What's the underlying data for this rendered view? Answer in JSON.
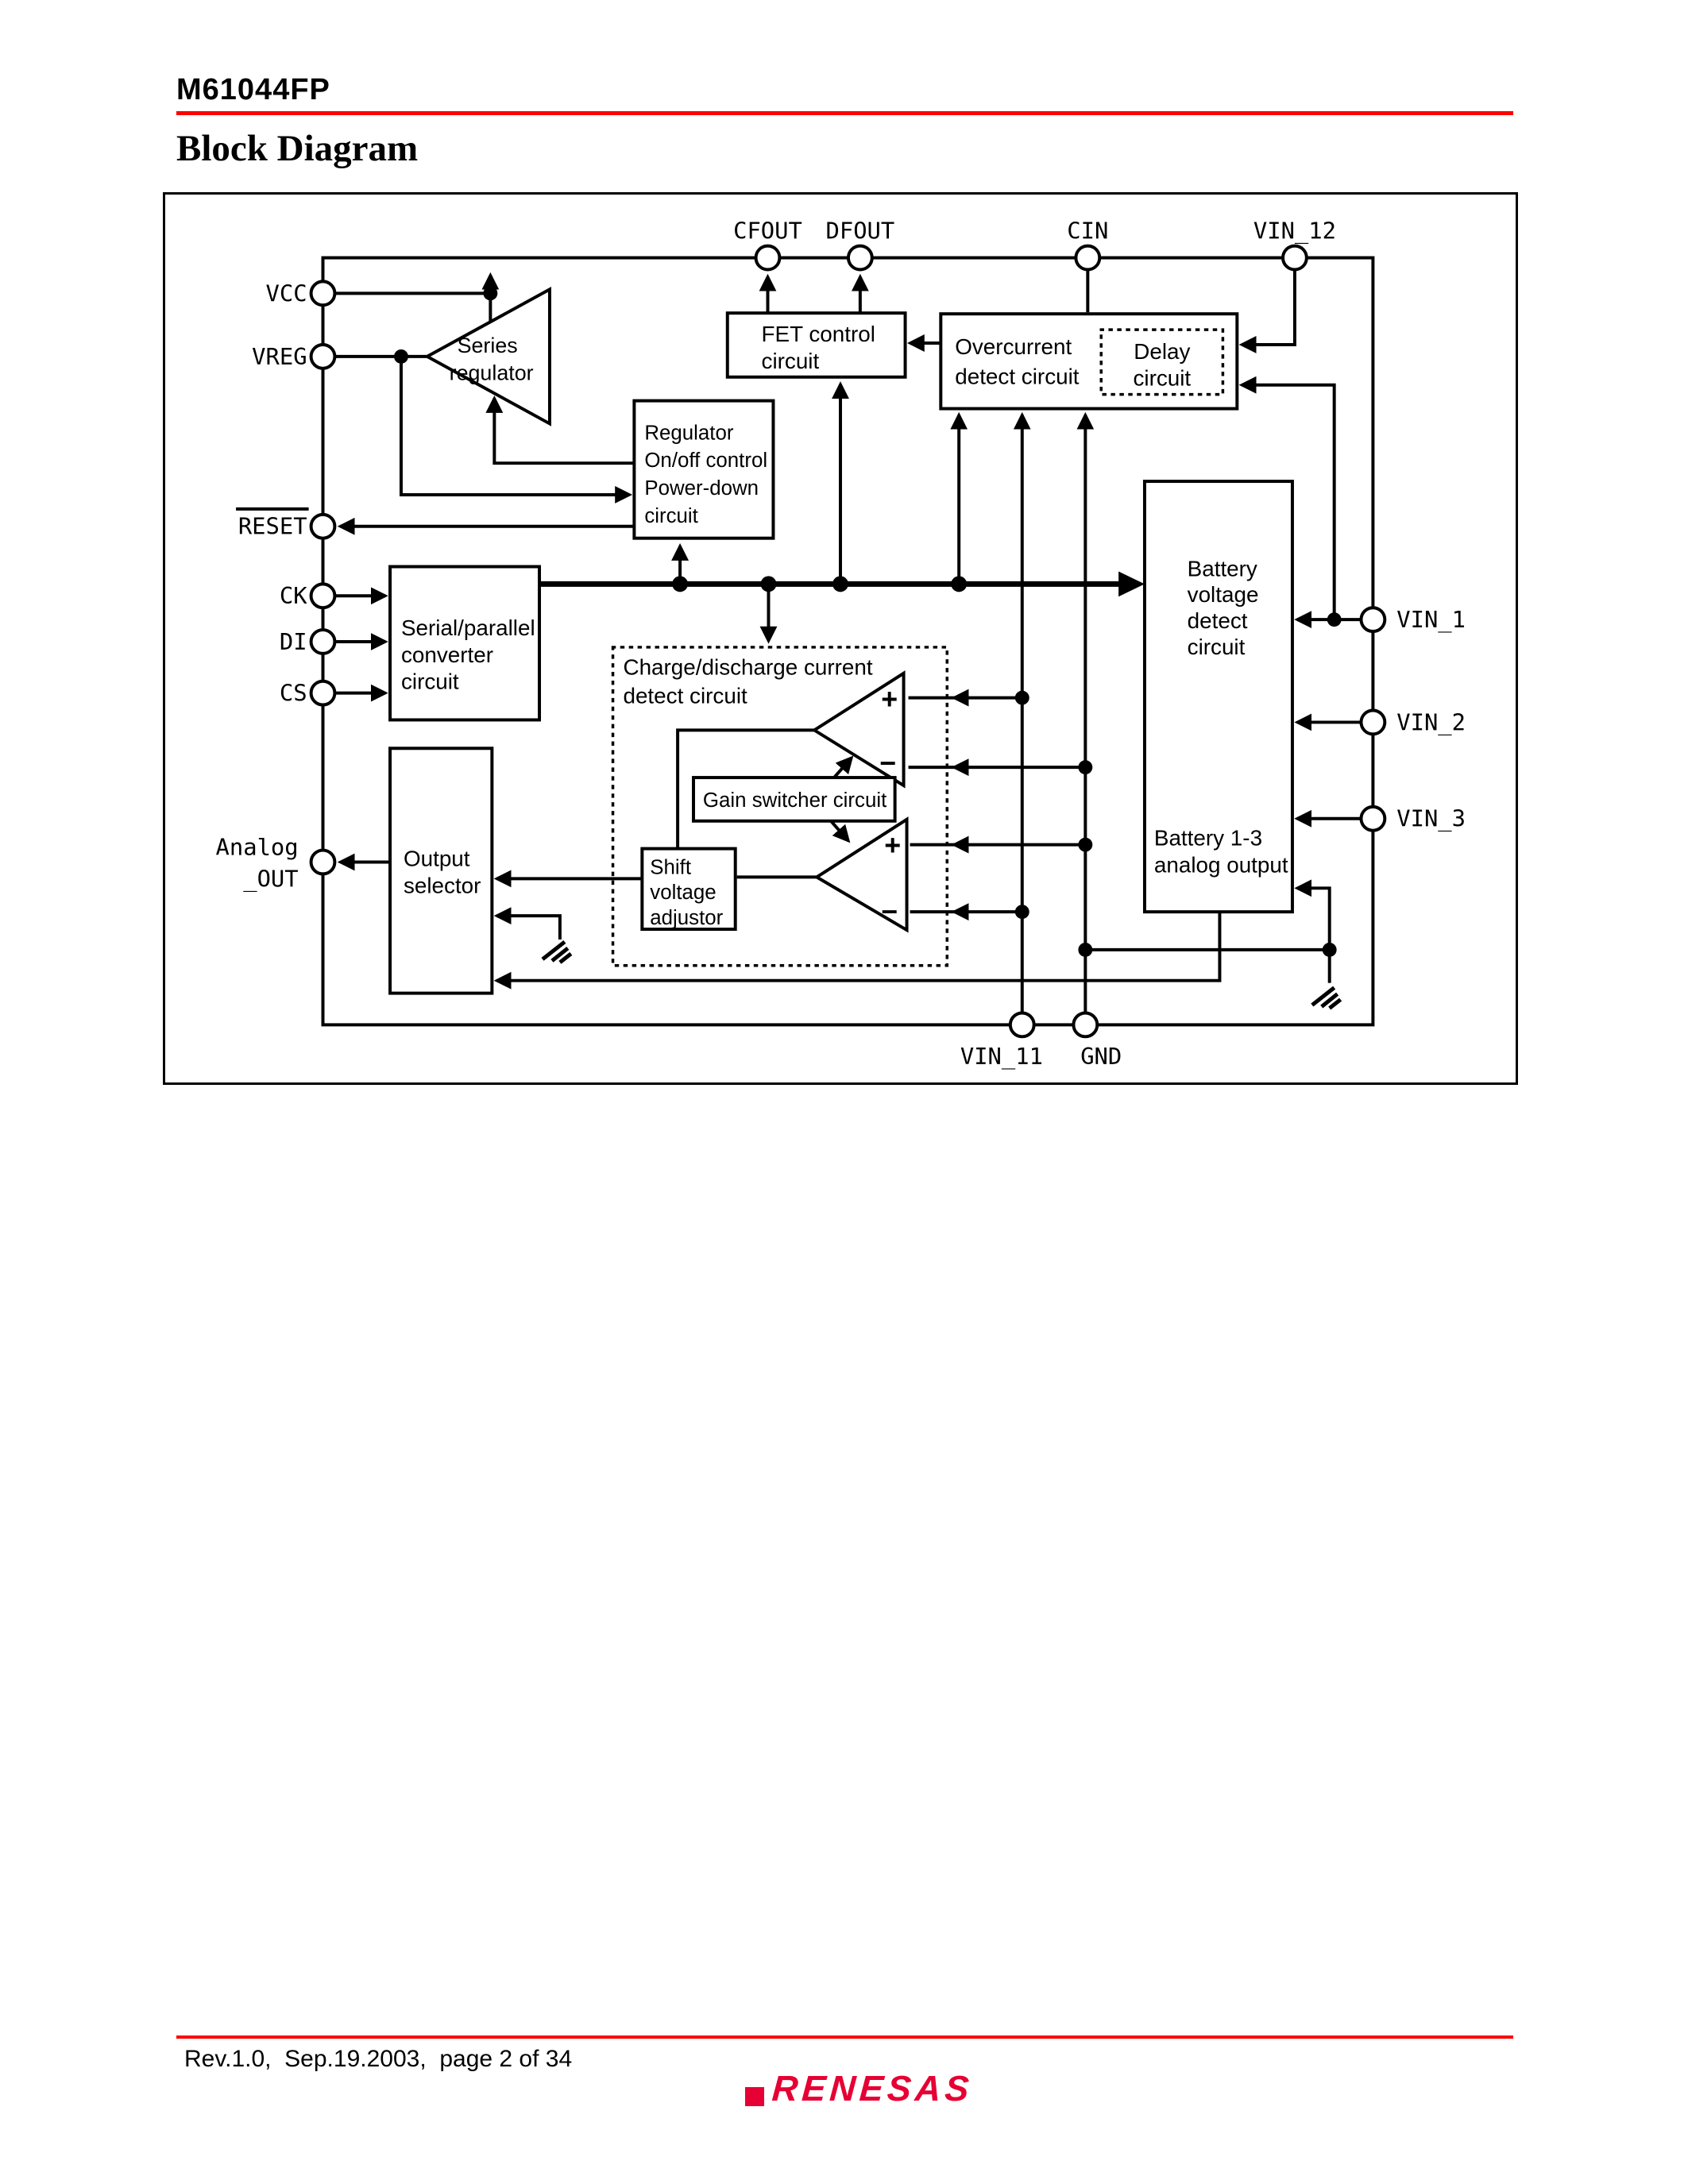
{
  "page": {
    "doc_title": "M61044FP",
    "section_heading": "Block Diagram",
    "footer_text": "Rev.1.0,  Sep.19.2003,  page 2 of 34",
    "logo_text": "RENESAS"
  },
  "colors": {
    "rule_red": "#FF0000",
    "logo_red": "#E60033",
    "ink": "#000000",
    "background": "#FFFFFF"
  },
  "diagram": {
    "pins": {
      "cfout": "CFOUT",
      "dfout": "DFOUT",
      "cin": "CIN",
      "vin12": "VIN_12",
      "vcc": "VCC",
      "vreg": "VREG",
      "reset": "RESET",
      "ck": "CK",
      "di": "DI",
      "cs": "CS",
      "analog_line1": "Analog",
      "analog_line2": "_OUT",
      "vin1": "VIN_1",
      "vin2": "VIN_2",
      "vin3": "VIN_3",
      "vin11": "VIN_11",
      "gnd": "GND"
    },
    "blocks": {
      "series_regulator": [
        "Series",
        "regulator"
      ],
      "regulator_control": [
        "Regulator",
        "On/off control",
        "Power-down",
        "circuit"
      ],
      "fet_control": [
        "FET control",
        "circuit"
      ],
      "overcurrent": [
        "Overcurrent",
        "detect circuit"
      ],
      "delay": [
        "Delay",
        "circuit"
      ],
      "serial_parallel": [
        "Serial/parallel",
        "converter",
        "circuit"
      ],
      "charge_discharge": [
        "Charge/discharge current",
        "detect circuit"
      ],
      "gain_switcher": [
        "Gain switcher circuit"
      ],
      "shift_voltage": [
        "Shift",
        "voltage",
        "adjustor"
      ],
      "output_selector": [
        "Output",
        "selector"
      ],
      "battery_detect": [
        "Battery",
        "voltage",
        "detect",
        "circuit"
      ],
      "battery_analog": [
        "Battery 1-3",
        "analog output"
      ],
      "plus": "+",
      "minus": "−"
    }
  }
}
